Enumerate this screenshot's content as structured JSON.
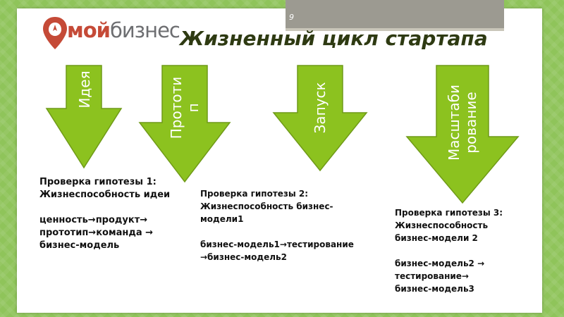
{
  "slide_number": "9",
  "logo": {
    "part1": "мой",
    "part2": "бизнес"
  },
  "title": "Жизненный цикл стартапа",
  "arrows": [
    {
      "label": "Идея"
    },
    {
      "label": "Прототи\nп"
    },
    {
      "label": "Запуск"
    },
    {
      "label": "Масштаби\nрование"
    }
  ],
  "hypotheses": [
    {
      "heading": "Проверка гипотезы 1:",
      "subheading": "Жизнеспособность идеи",
      "flow_line1": "ценность→продукт→",
      "flow_line2": "прототип→команда →",
      "flow_line3": "бизнес-модель"
    },
    {
      "heading": "Проверка гипотезы 2:",
      "subheading": "Жизнеспособность бизнес-",
      "subheading2": "модели1",
      "flow_line1": "бизнес-модель1→тестирование",
      "flow_line2": "→бизнес-модель2"
    },
    {
      "heading": "Проверка гипотезы 3:",
      "subheading": "Жизнеспособность",
      "subheading2": "бизнес-модели 2",
      "flow_line1": "бизнес-модель2 →",
      "flow_line2": "тестирование→",
      "flow_line3": "бизнес-модель3"
    }
  ],
  "colors": {
    "arrow_fill": "#8cc21f",
    "arrow_stroke": "#6f9a18",
    "background": "#8fc45a"
  }
}
